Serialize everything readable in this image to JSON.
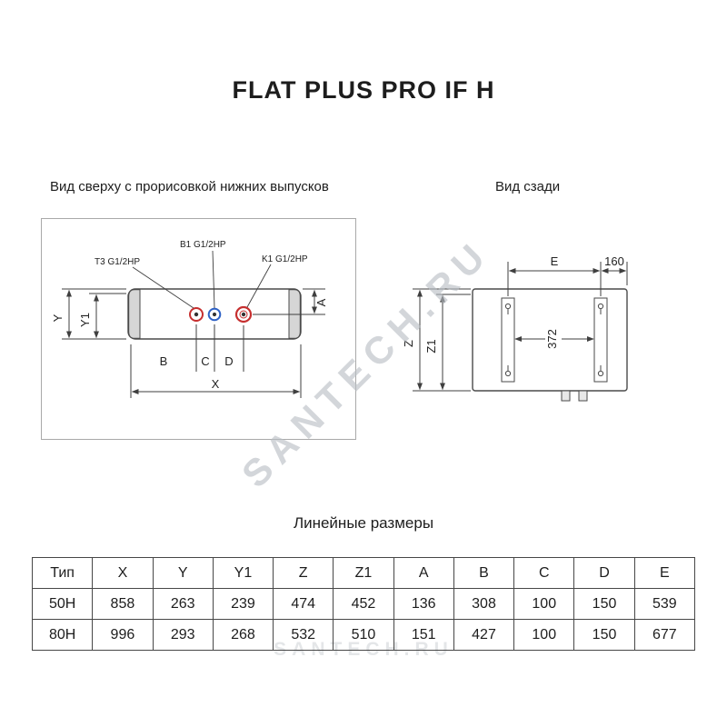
{
  "page": {
    "title": "FLAT PLUS PRO IF H"
  },
  "sections": {
    "top_view": "Вид сверху с прорисовкой нижних выпусков",
    "rear_view": "Вид сзади"
  },
  "top_view": {
    "outlet_t3": "T3 G1/2HP",
    "outlet_b1": "B1 G1/2HP",
    "outlet_k1": "K1 G1/2HP",
    "dim_y": "Y",
    "dim_y1": "Y1",
    "dim_a": "A",
    "dim_b": "B",
    "dim_c": "C",
    "dim_d": "D",
    "dim_x": "X"
  },
  "rear_view": {
    "dim_e": "E",
    "dim_160": "160",
    "dim_z": "Z",
    "dim_z1": "Z1",
    "dim_372": "372"
  },
  "watermark": "SANTECH.RU",
  "table": {
    "title": "Линейные размеры",
    "headers": [
      "Тип",
      "X",
      "Y",
      "Y1",
      "Z",
      "Z1",
      "A",
      "B",
      "C",
      "D",
      "E"
    ],
    "rows": [
      [
        "50H",
        "858",
        "263",
        "239",
        "474",
        "452",
        "136",
        "308",
        "100",
        "150",
        "539"
      ],
      [
        "80H",
        "996",
        "293",
        "268",
        "532",
        "510",
        "151",
        "427",
        "100",
        "150",
        "677"
      ]
    ]
  }
}
